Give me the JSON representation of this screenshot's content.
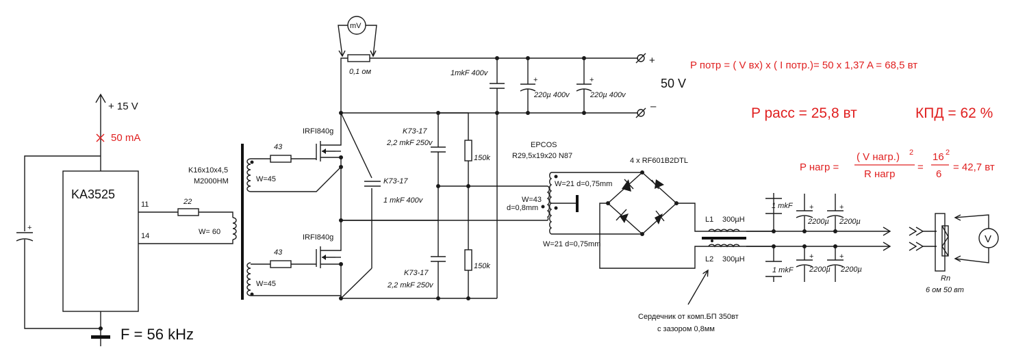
{
  "colors": {
    "ink": "#1a1a1a",
    "annotation": "#e02020"
  },
  "supply": {
    "voltage": "+ 15 V",
    "current": "50 mA"
  },
  "controller": {
    "name": "KA3525",
    "pin_out1": "11",
    "pin_out2": "14",
    "frequency": "F = 56 kHz"
  },
  "gate_drive": {
    "resistor": "22",
    "winding_primary": "W= 60",
    "core": "K16x10x4,5",
    "core_material": "M2000HM",
    "gate_resistor_top": "43",
    "gate_resistor_bottom": "43",
    "winding_top": "W=45",
    "winding_bottom": "W=45"
  },
  "mosfets": {
    "top": "IRFI840g",
    "bottom": "IRFI840g"
  },
  "input": {
    "shunt": "0,1 ом",
    "meter": "mV",
    "cap_film": "1mkF 400v",
    "cap_elec1": "220µ 400v",
    "cap_elec2": "220µ 400v",
    "voltage": "50 V",
    "plus": "+",
    "minus": "–"
  },
  "half_bridge": {
    "cap_top_type": "K73-17",
    "cap_top_value": "2,2 mkF  250v",
    "cap_mid_type": "K73-17",
    "cap_mid_value": "1 mkF 400v",
    "cap_bot_type": "K73-17",
    "cap_bot_value": "2,2 mkF 250v",
    "res_top": "150k",
    "res_bot": "150k"
  },
  "transformer": {
    "maker": "EPCOS",
    "core": "R29,5x19x20  N87",
    "primary_turns": "W=43",
    "primary_wire": "d=0,8mm",
    "secondary_top": "W=21  d=0,75mm",
    "secondary_bottom": "W=21  d=0,75mm"
  },
  "rectifier": {
    "label": "4 x RF601B2DTL"
  },
  "filter": {
    "l1": "L1",
    "l1_value": "300µH",
    "l2": "L2",
    "l2_value": "300µH",
    "cap_top_film": "1 mkF",
    "cap_top_e1": "2200µ",
    "cap_top_e2": "2200µ",
    "cap_bot_film": "1 mkF",
    "cap_bot_e1": "2200µ",
    "cap_bot_e2": "2200µ",
    "core_note_line1": "Сердечник от комп.БП 350вт",
    "core_note_line2": "с зазором 0,8мм"
  },
  "load": {
    "name": "Rn",
    "spec": "6 ом  50 вт",
    "meter": "V"
  },
  "calculations": {
    "p_consumed": "P потр = ( V вх) x ( I потр.)=  50 x 1,37 A = 68,5 вт",
    "p_dissipated": "P расс = 25,8 вт",
    "efficiency": "КПД = 62 %",
    "p_load_prefix": "P нагр =",
    "p_load_numerator": "( V нагр.)",
    "p_load_num_exp": "2",
    "p_load_denominator": "R нагр",
    "p_load_eq": "=",
    "p_load_num2": "16",
    "p_load_num2_exp": "2",
    "p_load_den2": "6",
    "p_load_result": "= 42,7 вт"
  }
}
